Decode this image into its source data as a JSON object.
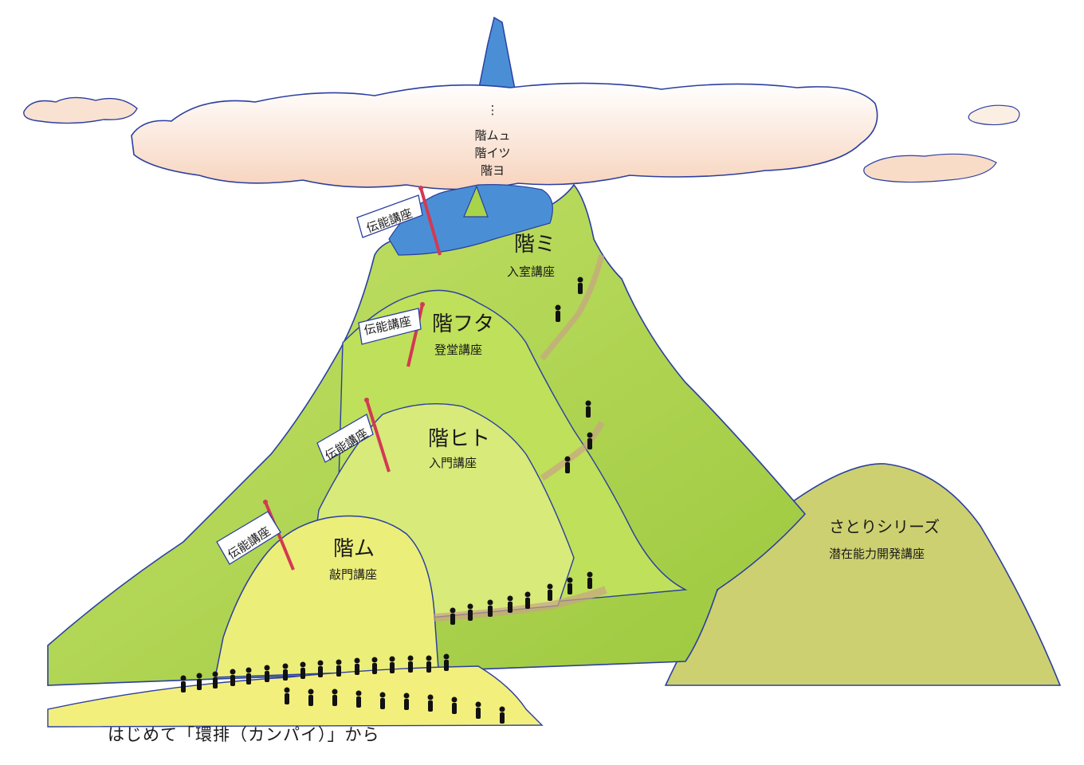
{
  "cloud": {
    "dots": "⋮",
    "levels": [
      "階ムュ",
      "階イツ",
      "階ヨ"
    ]
  },
  "levels": [
    {
      "title": "階ミ",
      "course": "入室講座"
    },
    {
      "title": "階フタ",
      "course": "登堂講座"
    },
    {
      "title": "階ヒト",
      "course": "入門講座"
    },
    {
      "title": "階ム",
      "course": "敲門講座"
    }
  ],
  "flag_label": "伝能講座",
  "side_mountain": {
    "title": "さとりシリーズ",
    "course": "潜在能力開発講座"
  },
  "footer": "はじめて「環排（カンパイ）」から",
  "colors": {
    "mountain_green": "#a8d44a",
    "mountain_dark": "#5c9c2c",
    "yellow_hill": "#ecee7a",
    "olive_hill": "#cdd070",
    "peak_blue": "#4a8fd6",
    "cloud_pink": "#f4c7a8",
    "flag_pole": "#d23a52",
    "outline": "#2b3fa0"
  }
}
